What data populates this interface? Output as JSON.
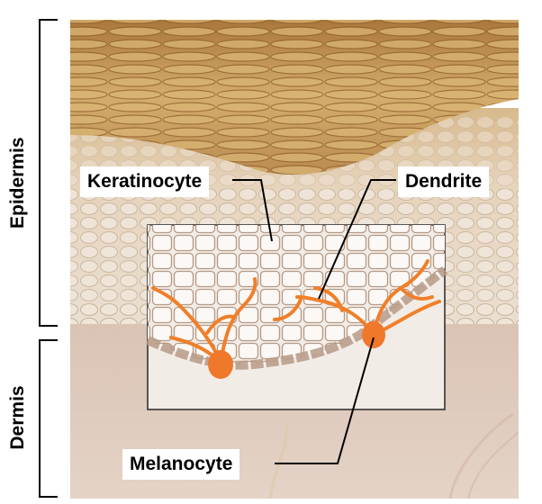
{
  "labels": {
    "keratinocyte": "Keratinocyte",
    "dendrite": "Dendrite",
    "melanocyte": "Melanocyte",
    "epidermis": "Epidermis",
    "dermis": "Dermis"
  },
  "colors": {
    "stratum_corneum": "#c9a467",
    "epidermis_cells": "#e8d8c4",
    "dermis": "#d8c4b6",
    "melanocyte": "#f08a3a",
    "inset_bg": "#f3ede7",
    "outline": "#333333"
  }
}
